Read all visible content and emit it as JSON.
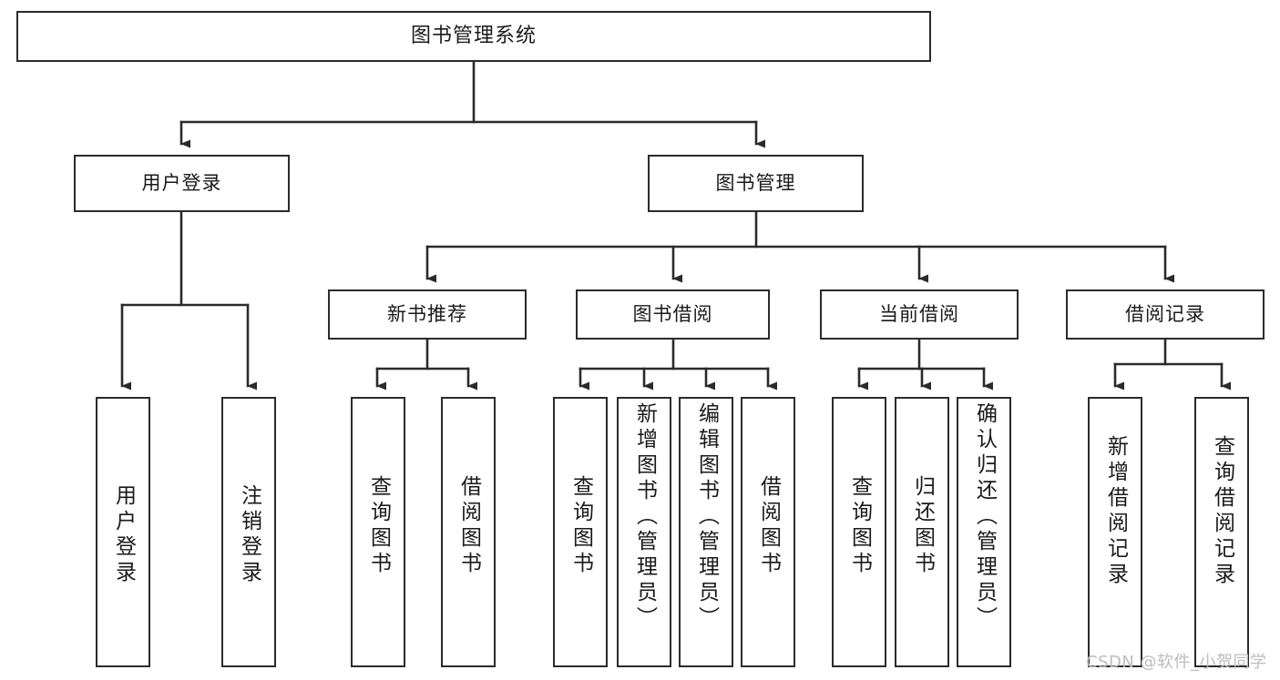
{
  "diagram": {
    "title": "图书管理系统",
    "root": {
      "id": "root",
      "label": "图书管理系统"
    },
    "level2": [
      {
        "id": "user-login",
        "label": "用户登录"
      },
      {
        "id": "book-manage",
        "label": "图书管理"
      }
    ],
    "level3": [
      {
        "id": "new-book-rec",
        "label": "新书推荐"
      },
      {
        "id": "book-borrow",
        "label": "图书借阅"
      },
      {
        "id": "current-borrow",
        "label": "当前借阅"
      },
      {
        "id": "borrow-record",
        "label": "借阅记录"
      }
    ],
    "leaves": {
      "user_login": [
        {
          "id": "leaf-user-login",
          "label": "用户登录"
        },
        {
          "id": "leaf-logout-login",
          "label": "注销登录"
        }
      ],
      "new_book_rec": [
        {
          "id": "leaf-query-book-1",
          "label": "查询图书"
        },
        {
          "id": "leaf-borrow-book-1",
          "label": "借阅图书"
        }
      ],
      "book_borrow": [
        {
          "id": "leaf-query-book-2",
          "label": "查询图书"
        },
        {
          "id": "leaf-add-book",
          "label": "新增图书（管理员）"
        },
        {
          "id": "leaf-edit-book",
          "label": "编辑图书（管理员）"
        },
        {
          "id": "leaf-borrow-book-2",
          "label": "借阅图书"
        }
      ],
      "current_borrow": [
        {
          "id": "leaf-query-book-3",
          "label": "查询图书"
        },
        {
          "id": "leaf-return-book",
          "label": "归还图书"
        },
        {
          "id": "leaf-confirm-return",
          "label": "确认归还（管理员）"
        }
      ],
      "borrow_record": [
        {
          "id": "leaf-add-record",
          "label": "新增借阅记录"
        },
        {
          "id": "leaf-query-record",
          "label": "查询借阅记录"
        }
      ]
    }
  },
  "watermark": {
    "text": "CSDN @软件_小贺同学"
  },
  "colors": {
    "border": "#2b2b2b",
    "text": "#1a1a1a",
    "background": "#ffffff",
    "watermark": "#bcbcbc"
  }
}
